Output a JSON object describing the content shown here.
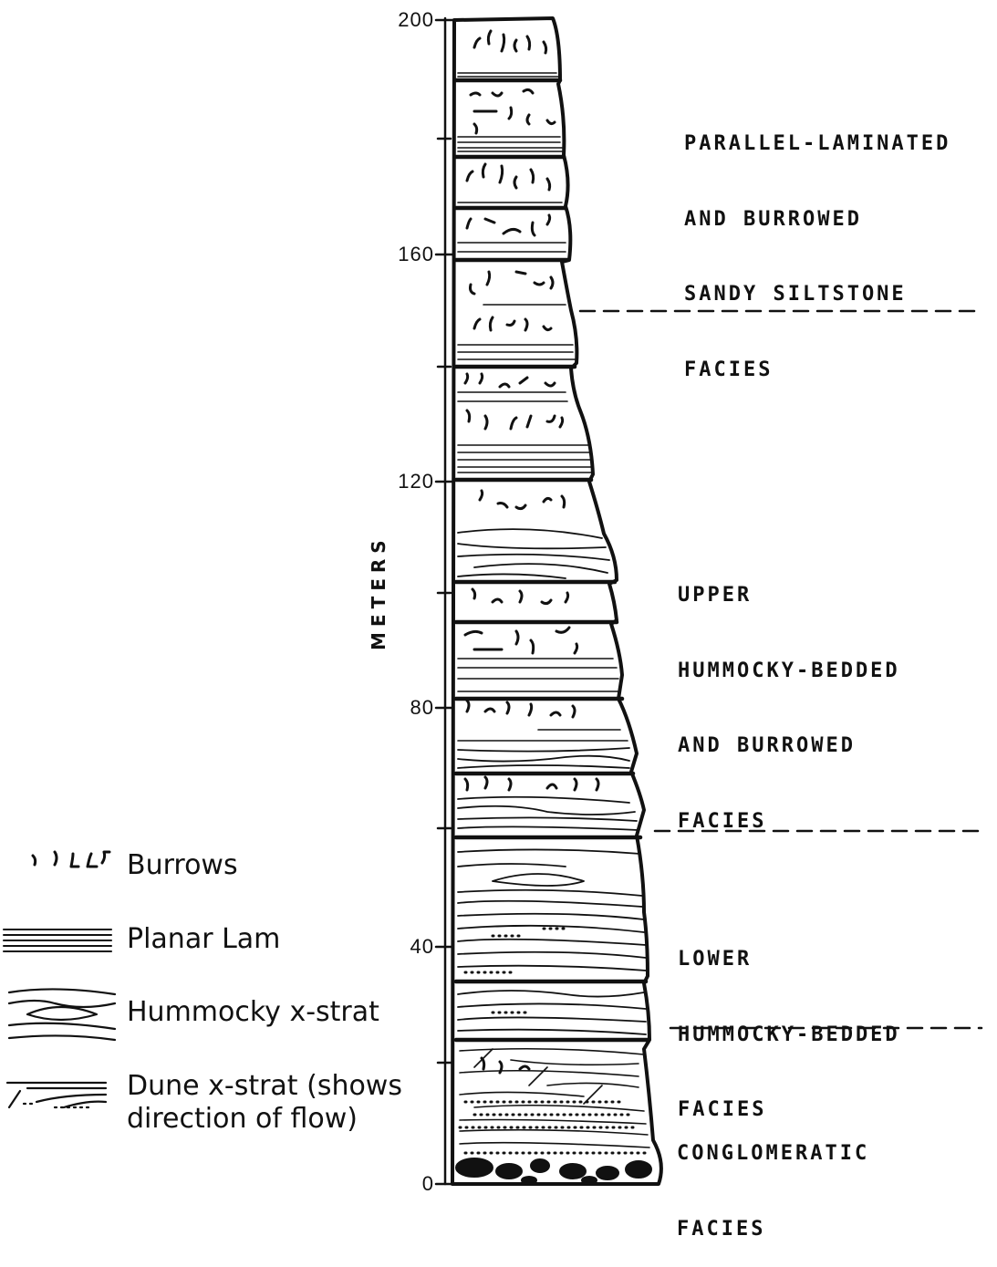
{
  "axis": {
    "title": "METERS",
    "ticks": [
      "200",
      "160",
      "120",
      "80",
      "40",
      "0"
    ]
  },
  "facies": [
    {
      "id": "parallel",
      "lines": [
        "PARALLEL-LAMINATED",
        "AND BURROWED",
        "SANDY SILTSTONE",
        "FACIES"
      ]
    },
    {
      "id": "upper",
      "lines": [
        "UPPER",
        "HUMMOCKY-BEDDED",
        "AND BURROWED",
        "FACIES"
      ]
    },
    {
      "id": "lower",
      "lines": [
        "LOWER",
        "HUMMOCKY-BEDDED",
        "FACIES"
      ]
    },
    {
      "id": "conglomeratic",
      "lines": [
        "CONGLOMERATIC",
        "FACIES"
      ]
    }
  ],
  "legend": [
    {
      "label": "Burrows",
      "icon": "burrows-icon"
    },
    {
      "label": "Planar Lam",
      "icon": "planar-lamination-icon"
    },
    {
      "label": "Hummocky x-strat",
      "icon": "hummocky-cross-stratification-icon"
    },
    {
      "label": "Dune x-strat (shows\ndirection of flow)",
      "icon": "dune-cross-stratification-icon"
    }
  ]
}
